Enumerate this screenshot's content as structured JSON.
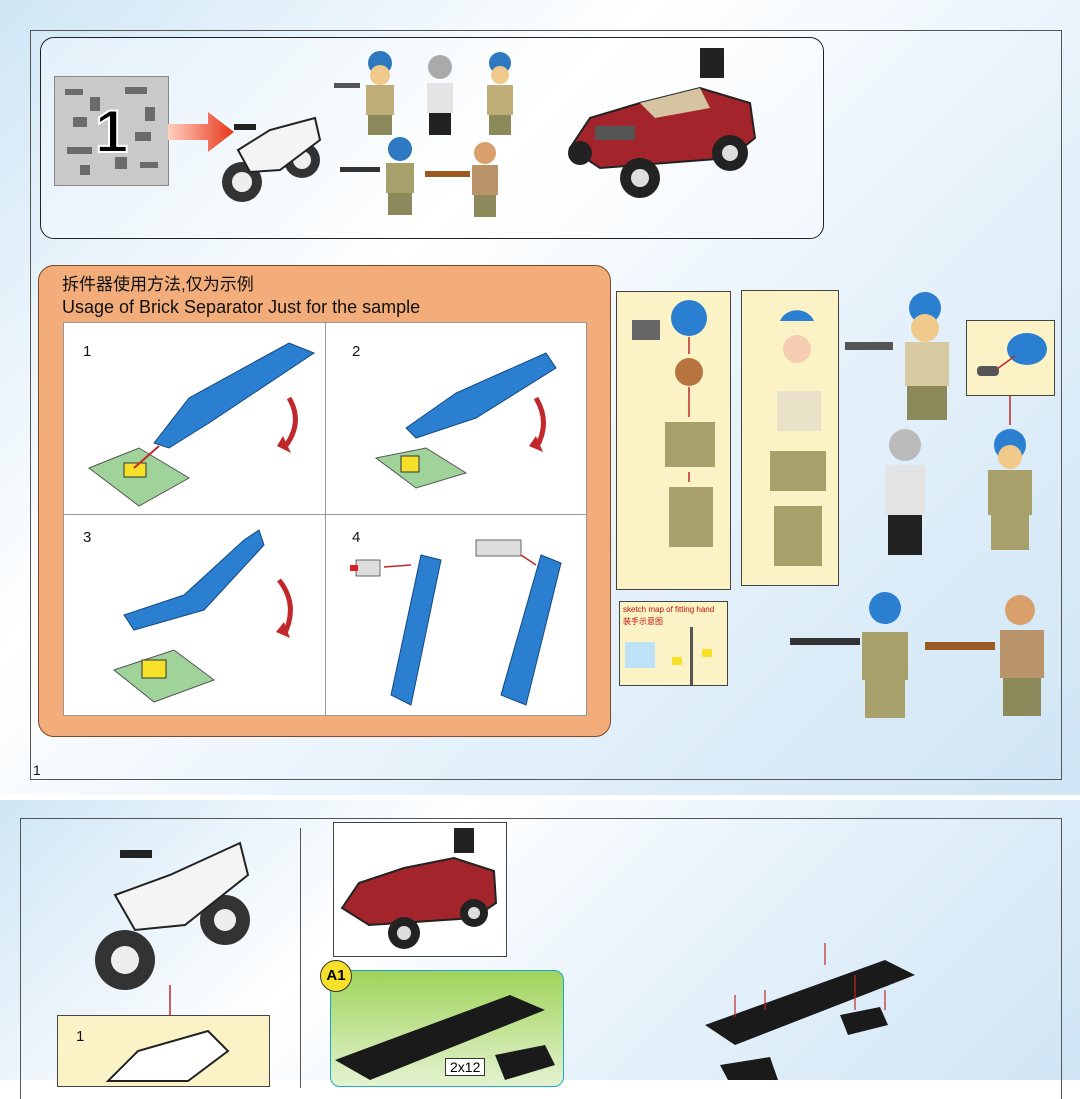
{
  "page_number": "1",
  "bag_number": "1",
  "separator_panel": {
    "title_cn": "拆件器使用方法,仅为示例",
    "title_en": "Usage of Brick Separator  Just for the sample",
    "steps": [
      "1",
      "2",
      "3",
      "4"
    ]
  },
  "fitting_panel": {
    "title_en": "sketch map of fitting hand",
    "title_cn": "装手示意图"
  },
  "page2": {
    "step_number": "1",
    "section_label": "A1",
    "part_label": "2x12"
  },
  "colors": {
    "blue": "#1f6fb5",
    "tan": "#c8b07a",
    "red": "#b2262c",
    "orange_panel": "#f2ad7a",
    "green_plate": "#9fd39a",
    "yellow": "#f7e02a"
  }
}
